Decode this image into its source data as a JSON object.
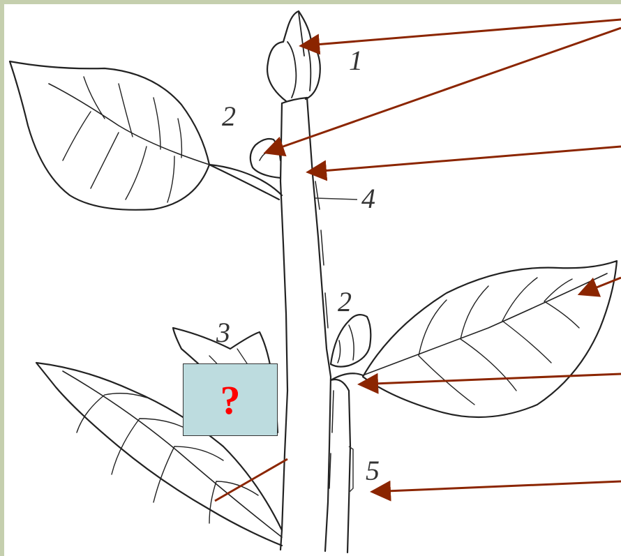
{
  "frame": {
    "border_color": "#c5cfae"
  },
  "labels": {
    "bud_top": "1",
    "axillary_upper": "2",
    "axillary_lower": "2",
    "leaf_lower": "3",
    "internode": "4",
    "lower_stem": "5"
  },
  "question_box": {
    "text": "?",
    "fill": "#bddcdf",
    "text_color": "#ff0000"
  },
  "colors": {
    "arrow": "#8b2500",
    "drawing": "#222222"
  }
}
